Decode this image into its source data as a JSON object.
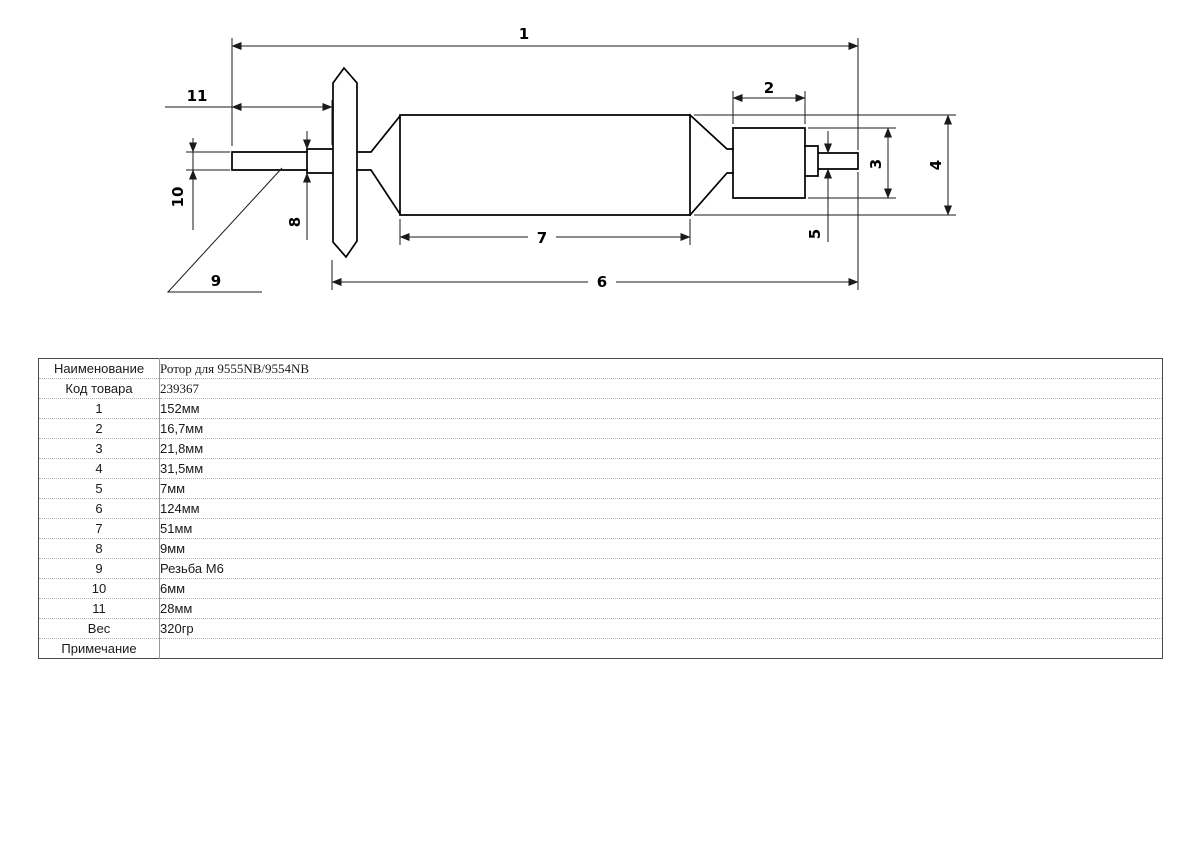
{
  "drawing": {
    "labels": {
      "l1": "1",
      "l2": "2",
      "l3": "3",
      "l4": "4",
      "l5": "5",
      "l6": "6",
      "l7": "7",
      "l8": "8",
      "l9": "9",
      "l10": "10",
      "l11": "11"
    }
  },
  "table": {
    "rows": [
      {
        "param": "Наименование",
        "value": "Ротор для 9555NB/9554NB"
      },
      {
        "param": "Код товара",
        "value": "239367"
      },
      {
        "param": "1",
        "value": "152мм"
      },
      {
        "param": "2",
        "value": "16,7мм"
      },
      {
        "param": "3",
        "value": "21,8мм"
      },
      {
        "param": "4",
        "value": "31,5мм"
      },
      {
        "param": "5",
        "value": "7мм"
      },
      {
        "param": "6",
        "value": "124мм"
      },
      {
        "param": "7",
        "value": "51мм"
      },
      {
        "param": "8",
        "value": "9мм"
      },
      {
        "param": "9",
        "value": "Резьба М6"
      },
      {
        "param": "10",
        "value": "6мм"
      },
      {
        "param": "11",
        "value": "28мм"
      },
      {
        "param": "Вес",
        "value": "320гр"
      },
      {
        "param": "Примечание",
        "value": ""
      }
    ]
  }
}
